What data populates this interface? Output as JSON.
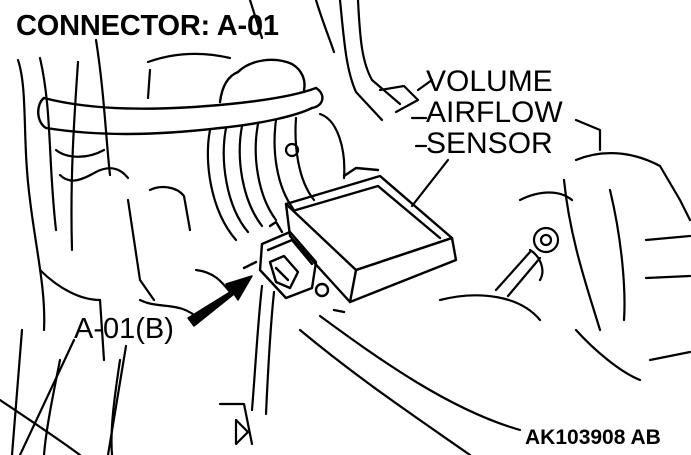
{
  "header": {
    "title": "CONNECTOR: A-01"
  },
  "labels": {
    "sensor_line1": "VOLUME",
    "sensor_line2": "AIRFLOW",
    "sensor_line3": "SENSOR",
    "connector_callout": "A-01(B)",
    "figure_id": "AK103908 AB"
  },
  "colors": {
    "line": "#000000",
    "background": "#ffffff"
  }
}
